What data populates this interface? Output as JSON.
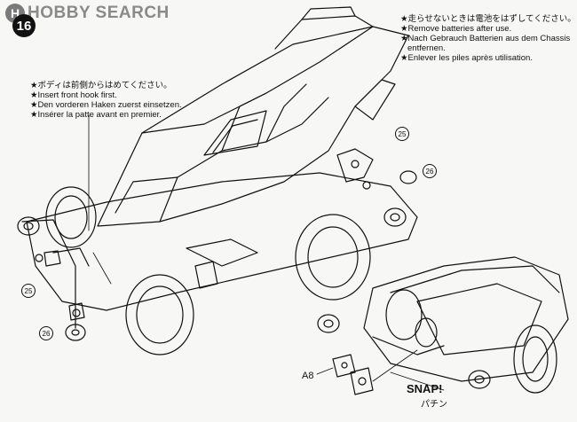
{
  "watermark": {
    "logo_letter": "H",
    "text": "HOBBY SEARCH"
  },
  "step_number": "16",
  "notes": {
    "top_right": {
      "jp": "★走らせないときは電池をはずしてください。",
      "en": "★Remove batteries after use.",
      "de_1": "★Nach Gebrauch Batterien aus dem Chassis",
      "de_2": "entfernen.",
      "fr": "★Enlever les piles après utilisation."
    },
    "left": {
      "jp": "★ボディは前側からはめてください。",
      "en": "★Insert front hook first.",
      "de": "★Den vorderen Haken zuerst einsetzen.",
      "fr": "★Insérer la patte avant en premier."
    }
  },
  "callouts": {
    "c25": "25",
    "c26": "26"
  },
  "labels": {
    "part": "A8",
    "snap": "SNAP!",
    "snap_jp": "パチン"
  }
}
